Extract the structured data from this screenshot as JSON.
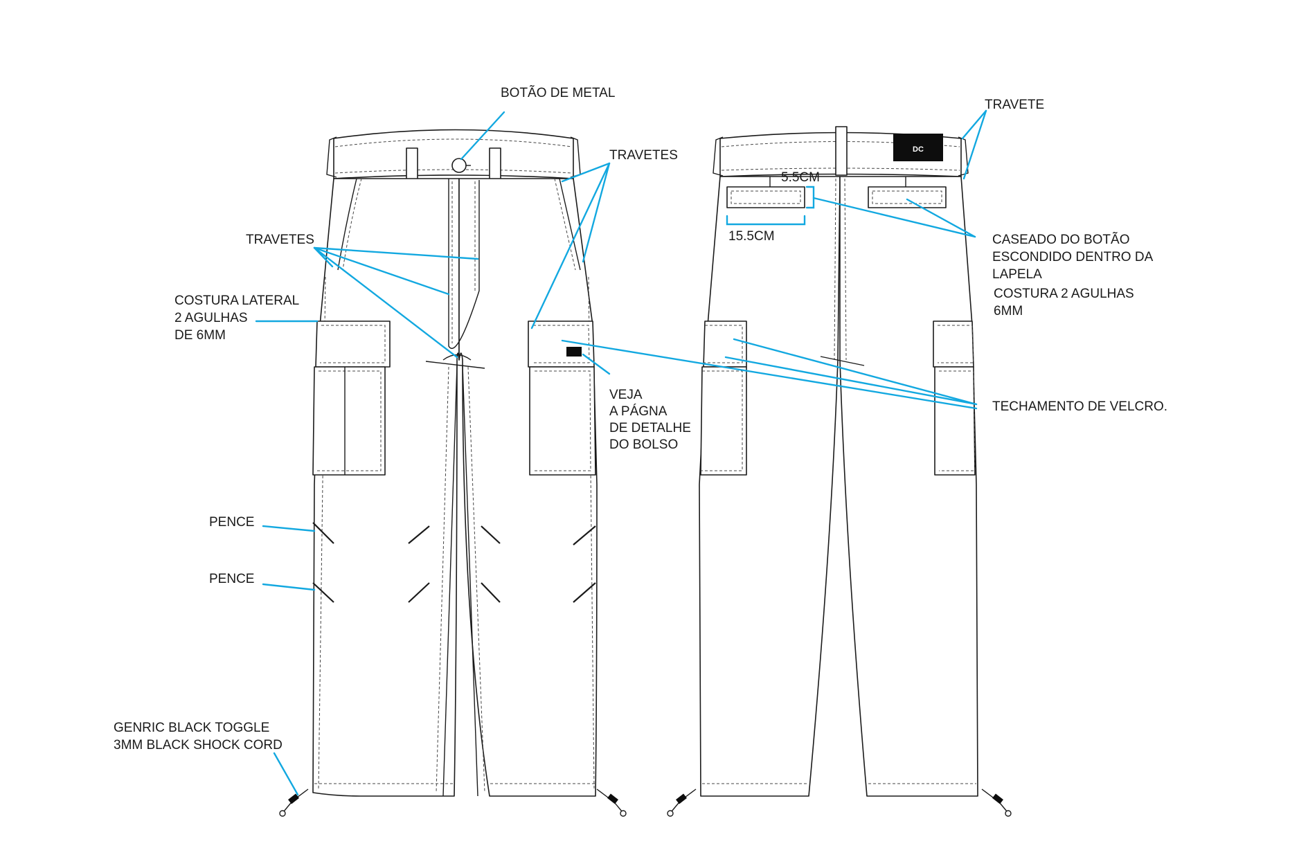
{
  "labels": {
    "metal_button": "BOTÃO DE METAL",
    "travetes_front_right": "TRAVETES",
    "travetes_front_left": "TRAVETES",
    "side_seam_1": "COSTURA LATERAL",
    "side_seam_2": "2 AGULHAS",
    "side_seam_3": "DE 6MM",
    "pocket_detail_1": "VEJA",
    "pocket_detail_2": "A PÁGNA",
    "pocket_detail_3": "DE DETALHE",
    "pocket_detail_4": "DO BOLSO",
    "pence_1": "PENCE",
    "pence_2": "PENCE",
    "toggle_1": "GENRIC BLACK TOGGLE",
    "toggle_2": "3MM BLACK SHOCK CORD",
    "travete_back": "TRAVETE",
    "dim_height": "5.5CM",
    "dim_width": "15.5CM",
    "buttonhole_1": "CASEADO DO BOTÃO",
    "buttonhole_2": "ESCONDIDO DENTRO DA",
    "buttonhole_3": "LAPELA",
    "needle_1": "COSTURA 2 AGULHAS",
    "needle_2": "6MM",
    "velcro": "TECHAMENTO DE VELCRO."
  },
  "colors": {
    "leader": "#12a8e0",
    "ink": "#1a1a1a",
    "patch": "#0d0d0d"
  },
  "icons": {
    "patch_logo": "brand-logo-icon",
    "toggle": "cord-toggle-icon"
  }
}
